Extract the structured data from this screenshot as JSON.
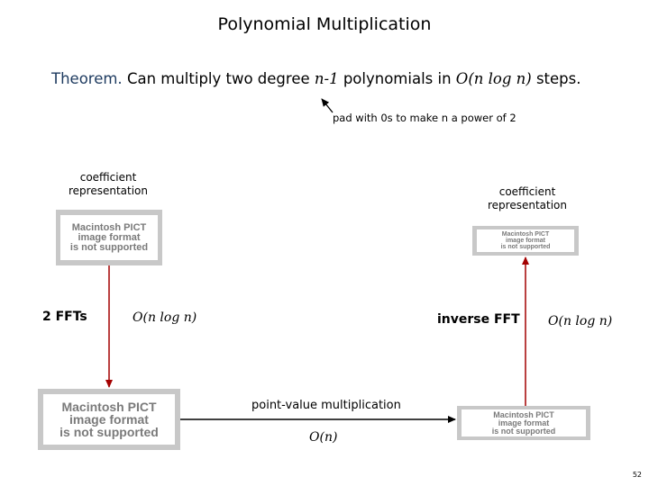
{
  "title": "Polynomial Multiplication",
  "theorem": {
    "label": "Theorem.",
    "text_before": "Can multiply two degree ",
    "math_n1": "n-1",
    "text_mid": " polynomials in ",
    "math_bigO": "O(n log n)",
    "text_after": " steps."
  },
  "pad_note": "pad with 0s to make n a power of 2",
  "left_caption": [
    "coefficient",
    "representation"
  ],
  "right_caption": [
    "coefficient",
    "representation"
  ],
  "pict_text": [
    "Macintosh PICT",
    "image format",
    "is not supported"
  ],
  "ffts_label": "2 FFTs",
  "left_complexity": "O(n log n)",
  "inverse_fft_label": "inverse FFT",
  "right_complexity": "O(n log n)",
  "pointvalue_label": "point-value multiplication",
  "pointvalue_complexity": "O(n)",
  "page_number": "52",
  "colors": {
    "arrow_red": "#a40000",
    "arrow_black": "#000000",
    "pict_border": "#c8c8c8"
  }
}
